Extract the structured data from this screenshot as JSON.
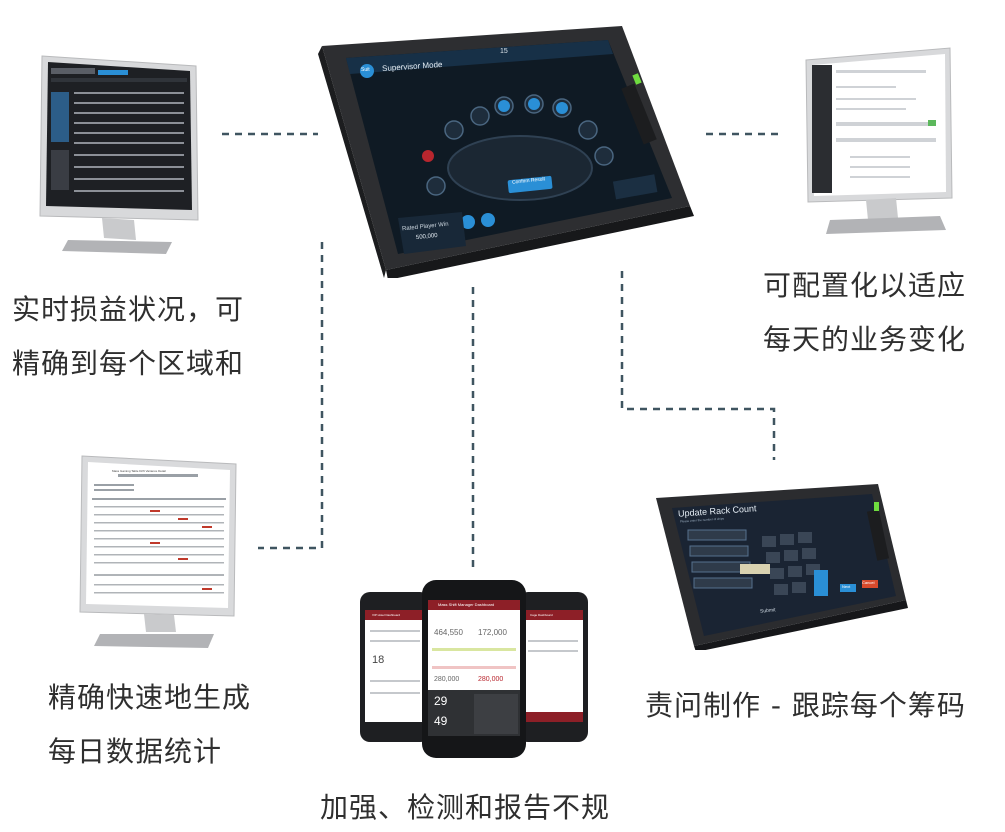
{
  "captions": {
    "realtime_line1": "实时损益状况，可",
    "realtime_line2": "精确到每个区域和",
    "config_line1": "可配置化以适应",
    "config_line2": "每天的业务变化",
    "reports_line1": "精确快速地生成",
    "reports_line2": "每日数据统计",
    "accountability": "责问制作 - 跟踪每个筹码",
    "detect": "加强、检测和报告不规"
  },
  "tablet_main": {
    "mode_title": "Supervisor Mode",
    "logo_text": "Suit",
    "confirm_button": "Confirm Result",
    "rated_label": "Rated Player Win",
    "rated_value": "500,000",
    "time_value": "15"
  },
  "tablet_rack": {
    "title": "Update Rack Count",
    "sub": "Please enter the number of chips",
    "next_button": "Next",
    "cancel_button": "Cancel",
    "bottom_label": "Submit"
  },
  "phones": {
    "left_header": "VIP Hotel Dashboard",
    "center_header": "Mass Shift Manager Dashboard",
    "right_header": "Cage Dashboard",
    "center_val_1": "464,550",
    "center_val_2": "172,000",
    "center_val_3": "280,000",
    "center_val_4": "280,000",
    "center_count_1": "29",
    "center_count_2": "49",
    "left_count": "18"
  },
  "report_doc": {
    "title": "Mass Gaming Table Drift Variance Detail"
  },
  "colors": {
    "connector": "#3f5560",
    "accent_blue": "#2a8fd6",
    "accent_red": "#b8262e",
    "device_dark": "#2a2b2e"
  }
}
